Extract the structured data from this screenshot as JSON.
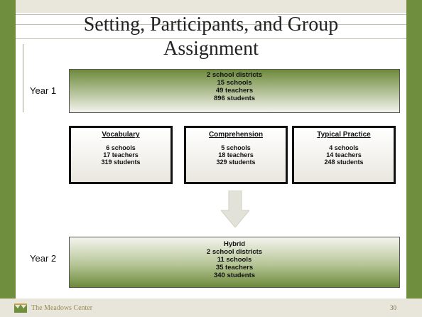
{
  "slide": {
    "title_line1": "Setting, Participants, and Group",
    "title_line2": "Assignment",
    "page_number": "30"
  },
  "year1": {
    "label": "Year 1",
    "lines": [
      "2 school districts",
      "15 schools",
      "49 teachers",
      "896 students"
    ]
  },
  "groups": [
    {
      "title": "Vocabulary",
      "lines": [
        "6 schools",
        "17 teachers",
        "319 students"
      ]
    },
    {
      "title": "Comprehension",
      "lines": [
        "5 schools",
        "18 teachers",
        "329 students"
      ]
    },
    {
      "title": "Typical Practice",
      "lines": [
        "4 schools",
        "14 teachers",
        "248 students"
      ]
    }
  ],
  "year2": {
    "label": "Year 2",
    "lines": [
      "Hybrid",
      "2 school districts",
      "11 schools",
      "35 teachers",
      "340 students"
    ]
  },
  "footer": {
    "org_name": "The Meadows Center"
  },
  "colors": {
    "accent_green": "#6f8f3f",
    "footer_text": "#9a8a55"
  }
}
